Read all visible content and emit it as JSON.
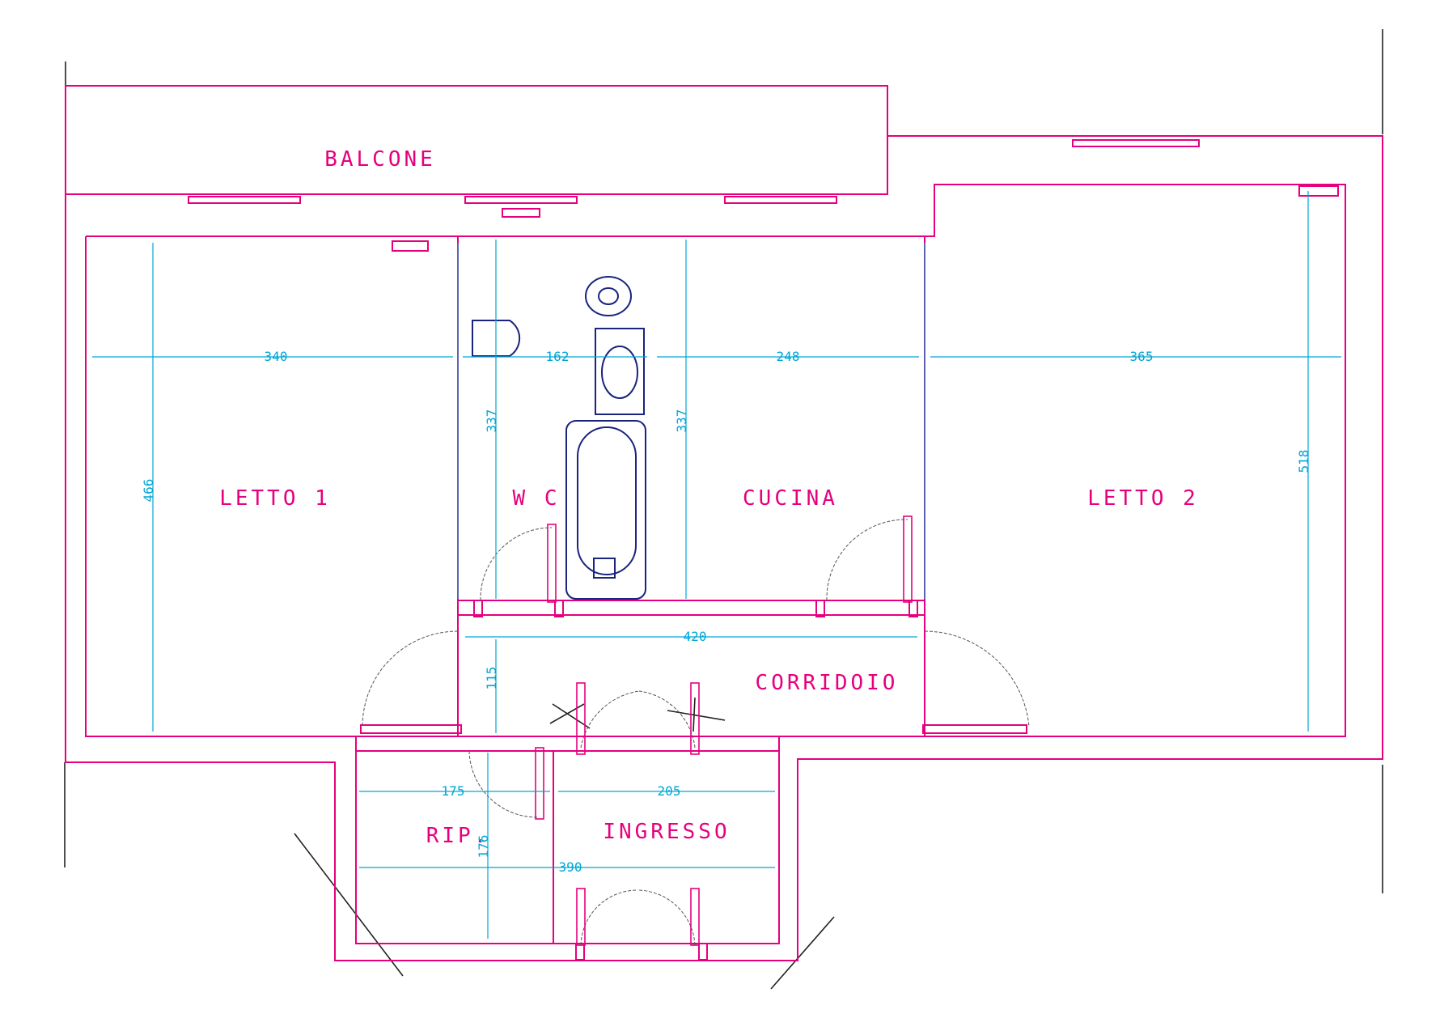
{
  "colors": {
    "wall": "#e6007e",
    "dimension": "#00a6d6",
    "fixture": "#1a237e",
    "pen": "#222222",
    "background": "#ffffff"
  },
  "rooms": {
    "balcone": "BALCONE",
    "letto1": "LETTO 1",
    "wc": "W C",
    "cucina": "CUCINA",
    "letto2": "LETTO 2",
    "corridoio": "CORRIDOIO",
    "rip": "RIP.",
    "ingresso": "INGRESSO"
  },
  "dimensions": {
    "letto1_width": "340",
    "letto1_height": "466",
    "wc_width": "162",
    "wc_height": "337",
    "cucina_width": "248",
    "cucina_height": "337",
    "letto2_width": "365",
    "letto2_height": "518",
    "corridoio_width": "420",
    "corridoio_height": "115",
    "rip_width": "175",
    "rip_height": "176",
    "ingresso_width": "205",
    "ingresso_total_width": "390"
  }
}
